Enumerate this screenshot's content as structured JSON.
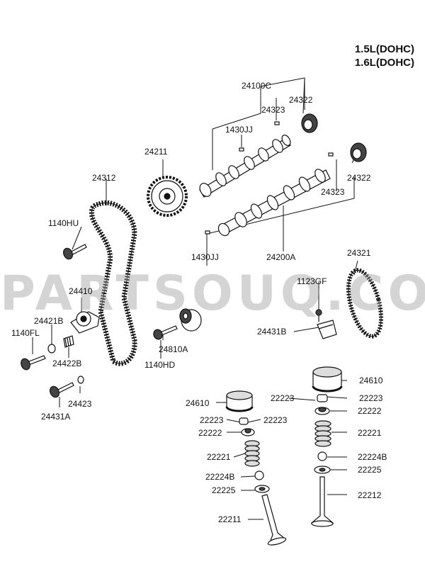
{
  "engine": {
    "line1": "1.5L(DOHC)",
    "line2": "1.6L(DOHC)"
  },
  "watermark": "PARTSOUQ.COM",
  "parts": {
    "p24100C": "24100C",
    "p24323_top": "24323",
    "p24322_top": "24322",
    "p1430JJ_top": "1430JJ",
    "p24211": "24211",
    "p24312": "24312",
    "p24322_right": "24322",
    "p24323_right": "24323",
    "p1140HU": "1140HU",
    "p1430JJ_mid": "1430JJ",
    "p24200A": "24200A",
    "p24321": "24321",
    "p1123GF": "1123GF",
    "p24410": "24410",
    "p24421B": "24421B",
    "p1140FL": "1140FL",
    "p24431B": "24431B",
    "p24810A": "24810A",
    "p24422B": "24422B",
    "p1140HD": "1140HD",
    "p24610_right": "24610",
    "p22223_r": "22223",
    "p22223_l": "22223",
    "p22222_r": "22222",
    "p24423": "24423",
    "p24431A": "24431A",
    "p24610_left": "24610",
    "p22223_left": "22223",
    "p22223_left2": "22223",
    "p22222_left": "22222",
    "p22221_r": "22221",
    "p22221_left": "22221",
    "p22224B_r": "22224B",
    "p22225_r": "22225",
    "p22224B_left": "22224B",
    "p22225_left": "22225",
    "p22212": "22212",
    "p22211": "22211"
  }
}
